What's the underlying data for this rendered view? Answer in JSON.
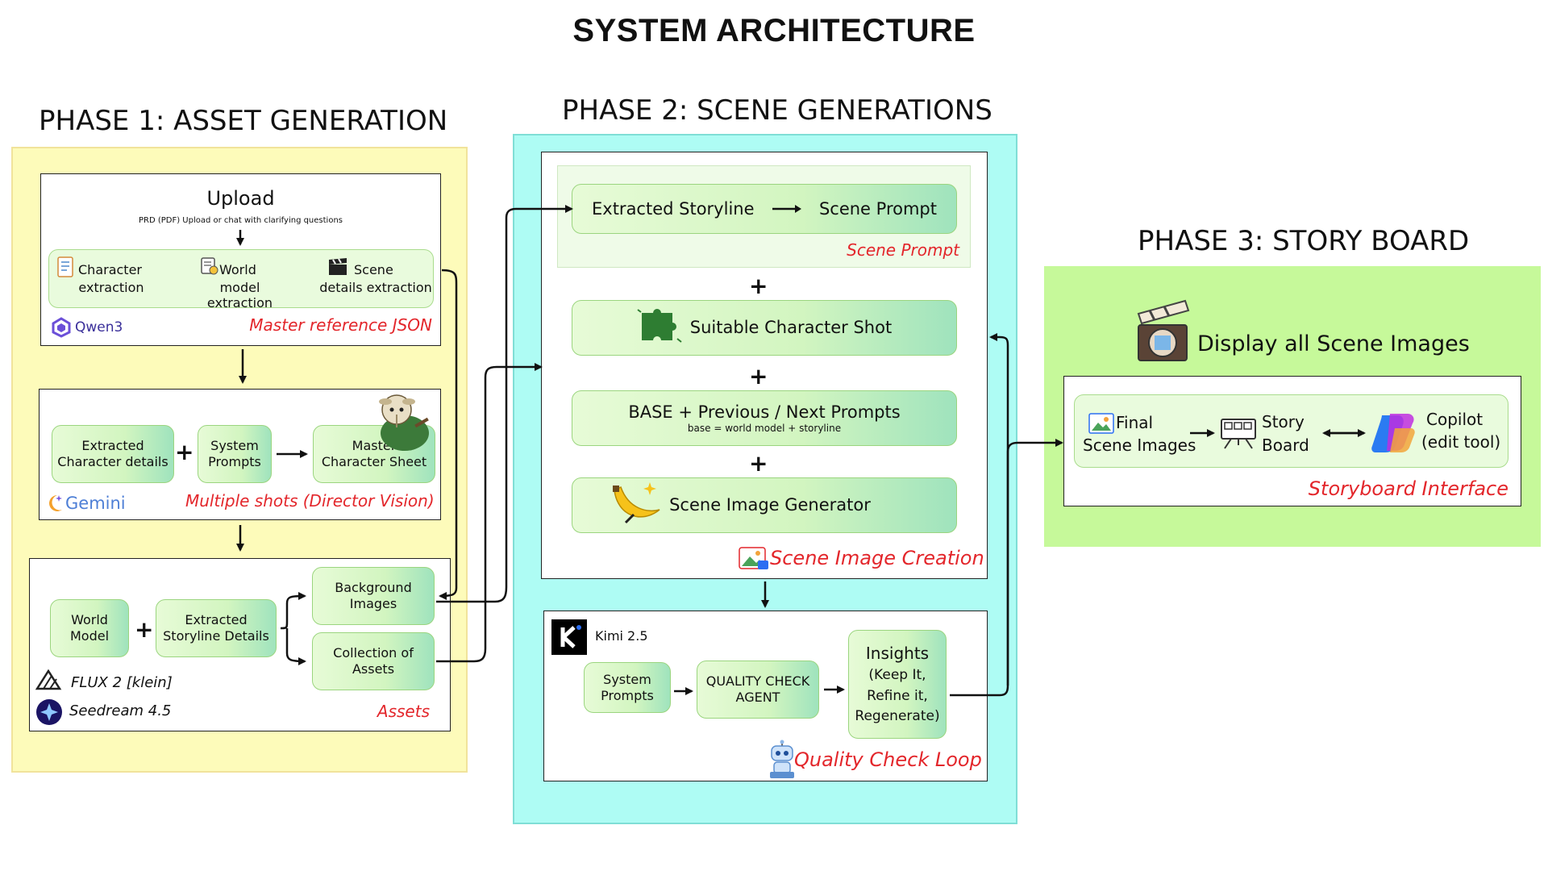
{
  "title": "SYSTEM ARCHITECTURE",
  "phase1": {
    "title": "PHASE 1: ASSET GENERATION",
    "upload": {
      "heading": "Upload",
      "subtext": "PRD (PDF) Upload or chat with clarifying questions",
      "items": [
        {
          "line1": "Character",
          "line2": "extraction",
          "icon": "document-icon"
        },
        {
          "line1": "World",
          "line2": "model extraction",
          "icon": "world-document-icon"
        },
        {
          "line1": "Scene",
          "line2": "details extraction",
          "icon": "clapperboard-icon"
        }
      ],
      "model": "Qwen3",
      "caption": "Master reference JSON"
    },
    "character": {
      "box1": [
        "Extracted",
        "Character details"
      ],
      "box2": [
        "System",
        "Prompts"
      ],
      "box3": [
        "Master",
        "Character Sheet"
      ],
      "model": "Gemini",
      "caption": "Multiple shots (Director Vision)"
    },
    "assets": {
      "box_world": [
        "World",
        "Model"
      ],
      "box_story": [
        "Extracted",
        "Storyline Details"
      ],
      "box_bg": [
        "Background",
        "Images"
      ],
      "box_collection": [
        "Collection of",
        "Assets"
      ],
      "model1": "FLUX 2 [klein]",
      "model2": "Seedream 4.5",
      "caption": "Assets"
    }
  },
  "phase2": {
    "title": "PHASE 2: SCENE GENERATIONS",
    "scene_prompt": {
      "left": "Extracted Storyline",
      "right": "Scene Prompt",
      "caption": "Scene Prompt"
    },
    "character_shot": "Suitable Character Shot",
    "base_prompts": "BASE + Previous / Next Prompts",
    "base_note": "base = world model + storyline",
    "generator": "Scene Image Generator",
    "creation_caption": "Scene Image Creation",
    "quality": {
      "model": "Kimi 2.5",
      "box1": [
        "System",
        "Prompts"
      ],
      "box2": [
        "QUALITY CHECK",
        "AGENT"
      ],
      "box3": [
        "Insights",
        "(Keep It,",
        "Refine it,",
        "Regenerate)"
      ],
      "caption": "Quality Check Loop"
    }
  },
  "phase3": {
    "title": "PHASE 3: STORY BOARD",
    "display": "Display all Scene Images",
    "final": [
      "Final",
      "Scene Images"
    ],
    "story": [
      "Story",
      "Board"
    ],
    "copilot": [
      "Copilot",
      "(edit tool)"
    ],
    "caption": "Storyboard Interface"
  },
  "plus_sign": "+",
  "colors": {
    "phase1_bg": "#fdfbba",
    "phase2_bg": "#aefcf4",
    "phase3_bg": "#c6f99a",
    "caption_red": "#e3262b",
    "box_green": "#d2f5c0"
  }
}
